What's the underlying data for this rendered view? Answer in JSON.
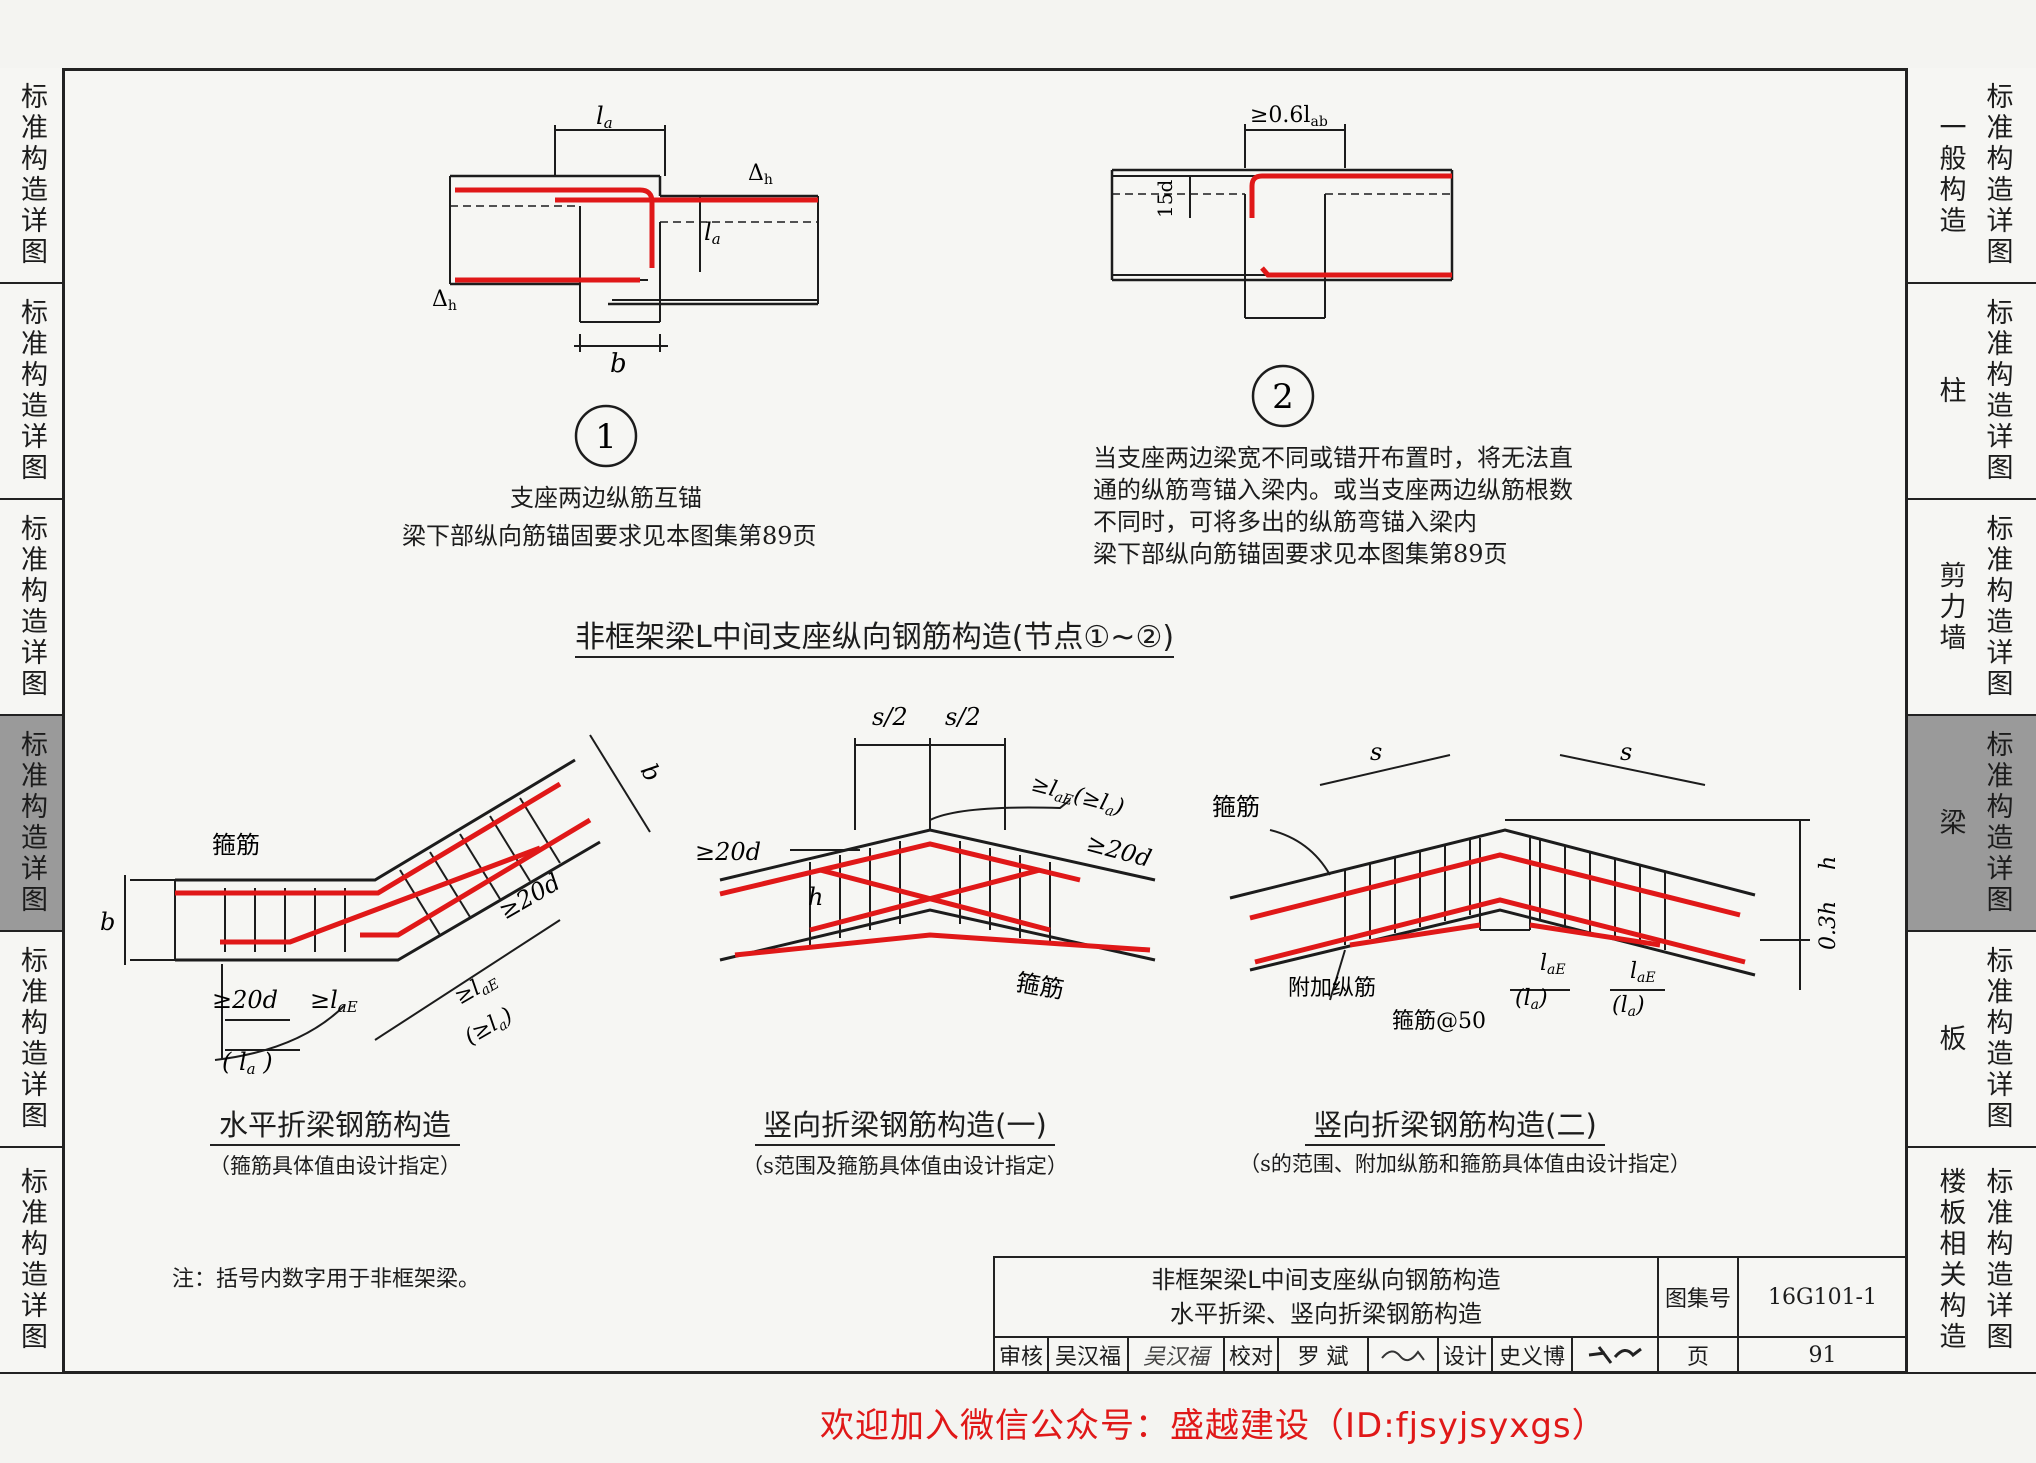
{
  "left_tabs": [
    {
      "label": "标准构造详图"
    },
    {
      "label": "标准构造详图"
    },
    {
      "label": "标准构造详图"
    },
    {
      "label": "标准构造详图",
      "active": true
    },
    {
      "label": "标准构造详图"
    },
    {
      "label": "标准构造详图"
    }
  ],
  "right_tabs": [
    {
      "label": "标准构造详图",
      "topic": "一般构造"
    },
    {
      "label": "标准构造详图",
      "topic": "柱"
    },
    {
      "label": "标准构造详图",
      "topic": "剪力墙"
    },
    {
      "label": "标准构造详图",
      "topic": "梁",
      "active": true
    },
    {
      "label": "标准构造详图",
      "topic": "板"
    },
    {
      "label": "标准构造详图",
      "topic": "楼板相关构造"
    }
  ],
  "node1": {
    "number": "1",
    "caption_line1": "支座两边纵筋互锚",
    "caption_line2": "梁下部纵向筋锚固要求见本图集第89页",
    "dim_top": "l",
    "dim_top_sub": "a",
    "dim_side": "l",
    "dim_side_sub": "a",
    "delta": "Δ",
    "delta_sub": "h",
    "width_label": "b"
  },
  "node2": {
    "number": "2",
    "dim_top": "≥0.6l",
    "dim_top_sub": "ab",
    "dim_side": "15d",
    "caption_line1": "当支座两边梁宽不同或错开布置时，将无法直",
    "caption_line2": "通的纵筋弯锚入梁内。或当支座两边纵筋根数",
    "caption_line3": "不同时，可将多出的纵筋弯锚入梁内",
    "caption_line4": "梁下部纵向筋锚固要求见本图集第89页"
  },
  "section_title": "非框架梁L中间支座纵向钢筋构造(节点①~②)",
  "horizontal_beam": {
    "title": "水平折梁钢筋构造",
    "note": "（箍筋具体值由设计指定）",
    "label_stirrup": "箍筋",
    "label_b": "b",
    "label_20d": "≥20d",
    "label_laE": "≥l",
    "label_laE_sub": "aE",
    "label_la_paren": "( l",
    "label_la_paren_sub": "a",
    "label_20d_2": "≥20d",
    "label_laE_2": "≥l",
    "label_laE_2_sub": "aE",
    "label_la_2": "(≥l",
    "label_la_2_sub": "a",
    "label_b2": "b"
  },
  "vertical_beam_1": {
    "title": "竖向折梁钢筋构造(一)",
    "note": "（s范围及箍筋具体值由设计指定）",
    "label_s_half_1": "s/2",
    "label_s_half_2": "s/2",
    "label_laE": "≥l",
    "label_laE_sub": "aE",
    "label_la": "(≥l",
    "label_la_sub": "a",
    "label_20d_left": "≥20d",
    "label_20d_right": "≥20d",
    "label_h": "h",
    "label_stirrup": "箍筋"
  },
  "vertical_beam_2": {
    "title": "竖向折梁钢筋构造(二)",
    "note": "（s的范围、附加纵筋和箍筋具体值由设计指定）",
    "label_s_1": "s",
    "label_s_2": "s",
    "label_stirrup": "箍筋",
    "label_h": "h",
    "label_03h": "0.3h",
    "label_extra_bar": "附加纵筋",
    "label_stirrup_50": "箍筋@50",
    "label_laE_1": "l",
    "label_laE_1_sub": "aE",
    "label_la_1": "(l",
    "label_la_1_sub": "a",
    "label_laE_2": "l",
    "label_laE_2_sub": "aE",
    "label_la_2": "(l",
    "label_la_2_sub": "a"
  },
  "note": "注：括号内数字用于非框架梁。",
  "title_block": {
    "title_line1": "非框架梁L中间支座纵向钢筋构造",
    "title_line2": "水平折梁、竖向折梁钢筋构造",
    "atlas_label": "图集号",
    "atlas_number": "16G101-1",
    "review_label": "审核",
    "reviewer": "吴汉福",
    "check_label": "校对",
    "checker": "罗  斌",
    "design_label": "设计",
    "designer": "史义博",
    "page_label": "页",
    "page_number": "91"
  },
  "watermark": "欢迎加入微信公众号：盛越建设（ID:fjsyjsyxgs）",
  "colors": {
    "rebar": "#e01818",
    "line": "#1c1c1c",
    "active_tab": "#9a9a9a"
  }
}
